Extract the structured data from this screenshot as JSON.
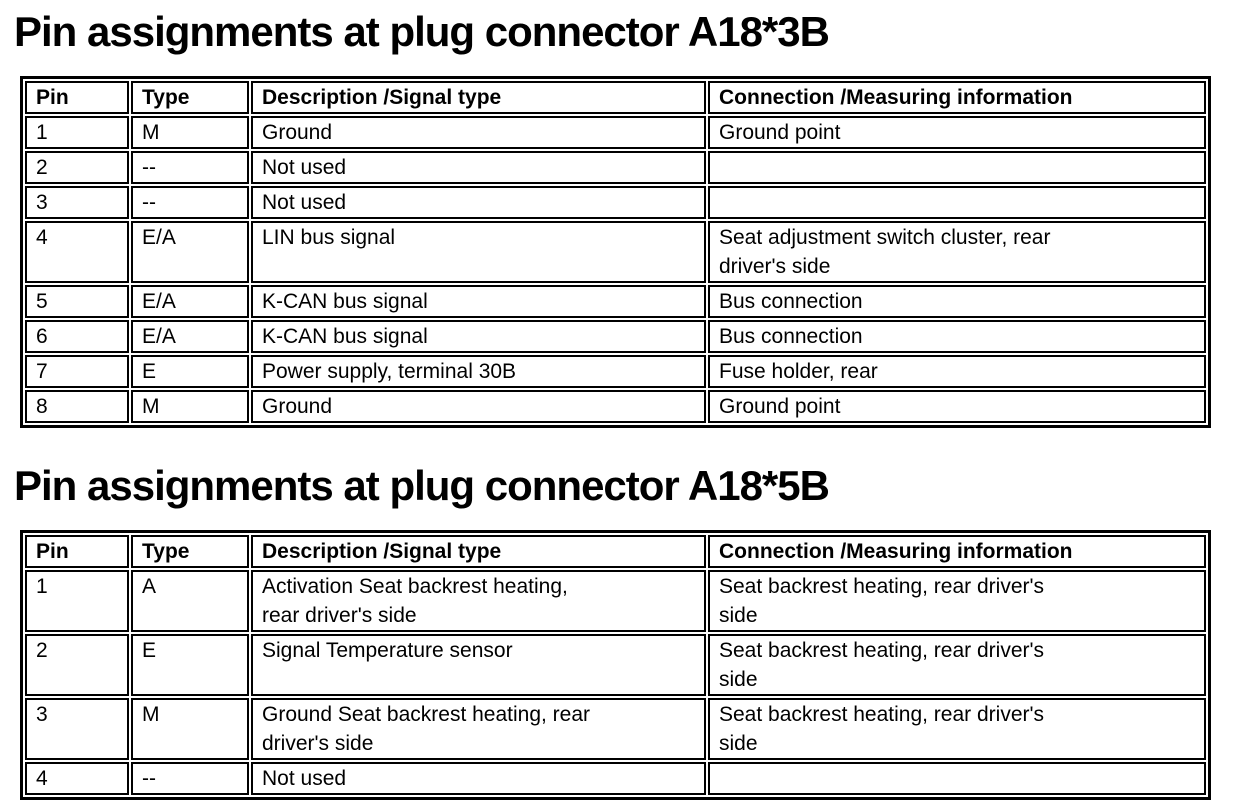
{
  "page": {
    "background_color": "#ffffff",
    "text_color": "#000000",
    "border_color": "#000000"
  },
  "sections": [
    {
      "title": "Pin assignments at plug connector A18*3B",
      "table": {
        "columns": [
          "pin",
          "type",
          "description",
          "connection"
        ],
        "headers": [
          "Pin",
          "Type",
          "Description /Signal type",
          "Connection /Measuring information"
        ],
        "rows": [
          {
            "pin": "1",
            "type": "M",
            "description": "Ground",
            "connection": "Ground point"
          },
          {
            "pin": "2",
            "type": "--",
            "description": "Not used",
            "connection": ""
          },
          {
            "pin": "3",
            "type": "--",
            "description": "Not used",
            "connection": ""
          },
          {
            "pin": "4",
            "type": "E/A",
            "description": "LIN bus signal",
            "connection": "Seat adjustment switch cluster, rear\ndriver's side"
          },
          {
            "pin": "5",
            "type": "E/A",
            "description": "K-CAN bus signal",
            "connection": "Bus connection"
          },
          {
            "pin": "6",
            "type": "E/A",
            "description": "K-CAN bus signal",
            "connection": "Bus connection"
          },
          {
            "pin": "7",
            "type": "E",
            "description": "Power supply, terminal 30B",
            "connection": "Fuse holder, rear"
          },
          {
            "pin": "8",
            "type": "M",
            "description": "Ground",
            "connection": "Ground point"
          }
        ]
      }
    },
    {
      "title": "Pin assignments at plug connector A18*5B",
      "table": {
        "columns": [
          "pin",
          "type",
          "description",
          "connection"
        ],
        "headers": [
          "Pin",
          "Type",
          "Description /Signal type",
          "Connection /Measuring information"
        ],
        "rows": [
          {
            "pin": "1",
            "type": "A",
            "description": "Activation Seat backrest heating,\nrear driver's side",
            "connection": "Seat backrest heating, rear driver's\nside"
          },
          {
            "pin": "2",
            "type": "E",
            "description": "Signal Temperature sensor",
            "connection": "Seat backrest heating, rear driver's\nside"
          },
          {
            "pin": "3",
            "type": "M",
            "description": "Ground Seat backrest heating, rear\ndriver's side",
            "connection": "Seat backrest heating, rear driver's\nside"
          },
          {
            "pin": "4",
            "type": "--",
            "description": "Not used",
            "connection": ""
          }
        ]
      }
    }
  ]
}
